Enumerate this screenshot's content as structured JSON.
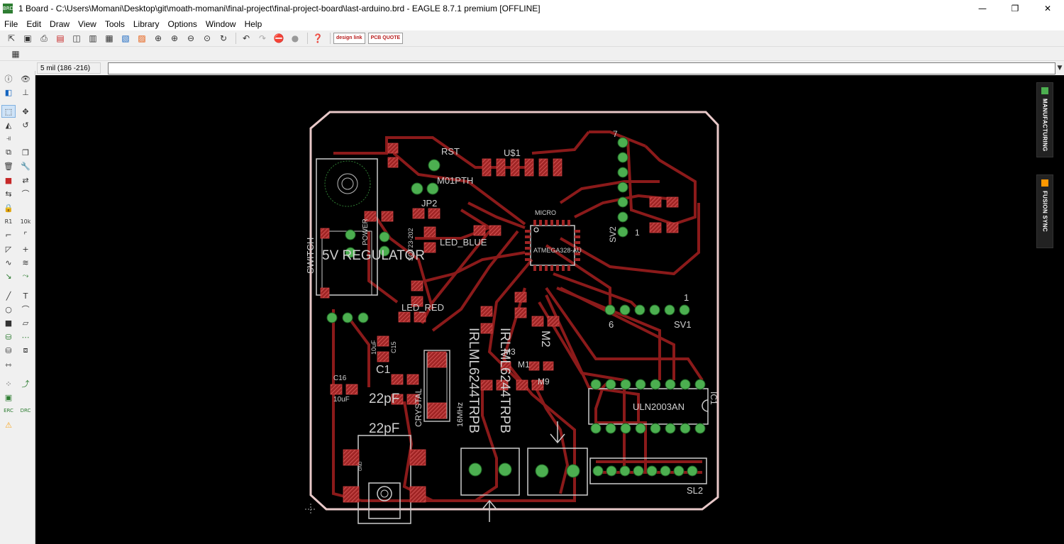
{
  "window": {
    "app_icon": "BRD",
    "title": "1 Board - C:\\Users\\Momani\\Desktop\\git\\moath-momani\\final-project\\final-project-board\\last-arduino.brd - EAGLE 8.7.1 premium [OFFLINE]",
    "minimize": "—",
    "maximize": "❐",
    "close": "✕"
  },
  "menu": [
    "File",
    "Edit",
    "Draw",
    "View",
    "Tools",
    "Library",
    "Options",
    "Window",
    "Help"
  ],
  "toolbar": {
    "badge_design": "design link",
    "badge_pcb": "PCB QUOTE"
  },
  "cmd": {
    "coord": "5 mil (186 -216)",
    "input": ""
  },
  "right_panel": {
    "manufacturing": "MANUFACTURING",
    "fusion_sync": "FUSION SYNC"
  },
  "board": {
    "labels": {
      "rst": "RST",
      "u1": "U$1",
      "m01pth": "M01PTH",
      "jp2": "JP2",
      "led_blue": "LED_BLUE",
      "micro": "MICRO",
      "atmega": "ATMEGA328-AU",
      "sv2": "SV2",
      "sv2_7": "7",
      "sv2_1": "1",
      "sv1": "SV1",
      "sv1_1": "1",
      "sv1_6": "6",
      "switch": "SWITCH",
      "power": "POWER",
      "regulator": "5V REGULATOR",
      "sot": "SOT23-202",
      "led_red": "LED_RED",
      "c1": "C1",
      "c15": "C15",
      "c15_val": "10uF",
      "c16": "C16",
      "c16_val": "10uF",
      "c22a": "22pF",
      "c22b": "22pF",
      "crystal": "CRYSTAL",
      "mhz": "16MHz",
      "irlml_a": "IRLML6244TRPB",
      "irlml_b": "IRLML6244TRPB",
      "m2": "M2",
      "m3": "M3",
      "m1": "M1",
      "m9": "M9",
      "uln": "ULN2003AN",
      "ic1": "IC1",
      "sl2": "SL2",
      "gnd": "GND"
    }
  }
}
